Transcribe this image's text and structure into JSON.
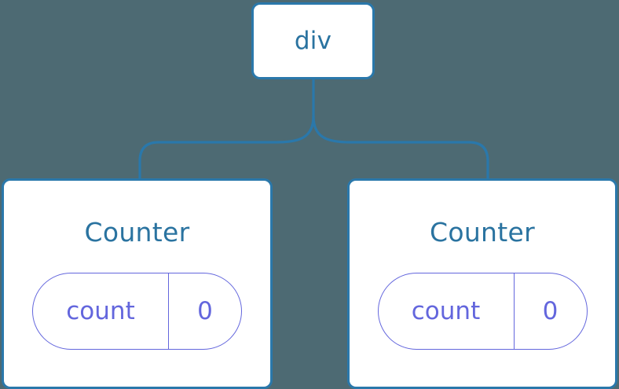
{
  "diagram": {
    "type": "component-tree",
    "background_color": "#4d6a73",
    "edge_color": "#2a78ab",
    "node_border_color": "#2a78ab",
    "node_fill_color": "#ffffff",
    "title_color": "#2a73a0",
    "state_color": "#6366dd"
  },
  "root": {
    "label": "div"
  },
  "children": [
    {
      "label": "Counter",
      "state": {
        "key": "count",
        "value": "0"
      }
    },
    {
      "label": "Counter",
      "state": {
        "key": "count",
        "value": "0"
      }
    }
  ]
}
